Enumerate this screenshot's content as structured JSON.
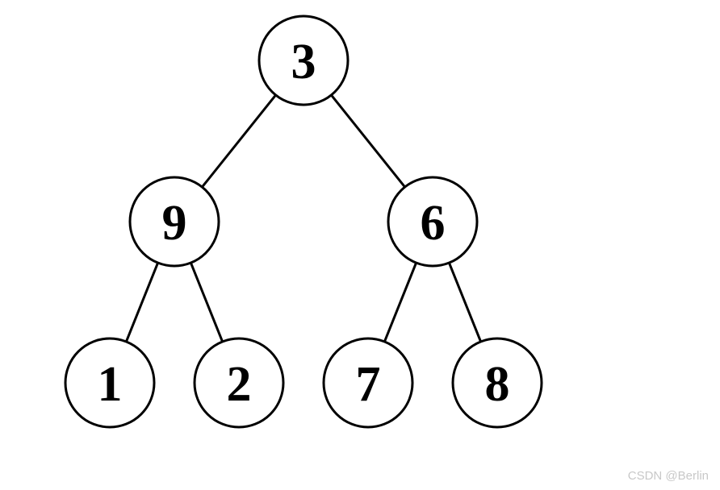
{
  "tree": {
    "nodes": [
      {
        "id": "root",
        "value": "3"
      },
      {
        "id": "left",
        "value": "9"
      },
      {
        "id": "right",
        "value": "6"
      },
      {
        "id": "left-left",
        "value": "1"
      },
      {
        "id": "left-right",
        "value": "2"
      },
      {
        "id": "right-left",
        "value": "7"
      },
      {
        "id": "right-right",
        "value": "8"
      }
    ],
    "edges": [
      [
        "root",
        "left"
      ],
      [
        "root",
        "right"
      ],
      [
        "left",
        "left-left"
      ],
      [
        "left",
        "left-right"
      ],
      [
        "right",
        "right-left"
      ],
      [
        "right",
        "right-right"
      ]
    ]
  },
  "watermark": "CSDN @Berlin"
}
